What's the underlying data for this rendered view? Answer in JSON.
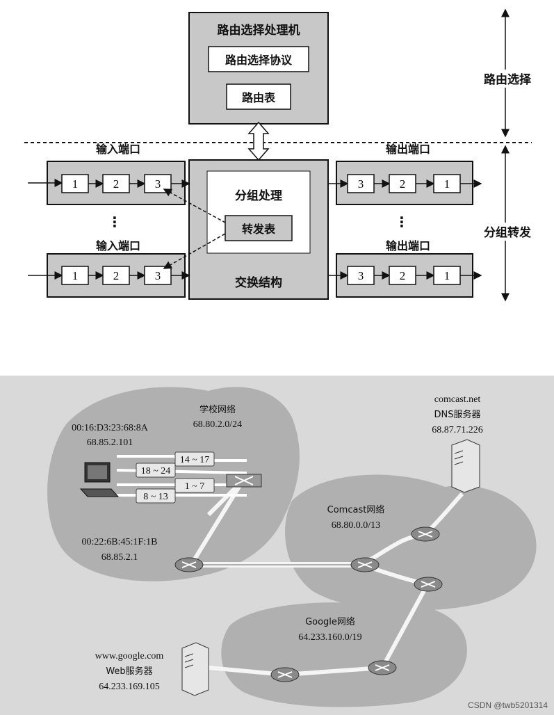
{
  "router_diagram": {
    "routing_processor": "路由选择处理机",
    "routing_protocol": "路由选择协议",
    "routing_table": "路由表",
    "input_port_top": "输入端口",
    "input_port_bottom": "输入端口",
    "output_port_top": "输出端口",
    "output_port_bottom": "输出端口",
    "packet_processing": "分组处理",
    "forwarding_table": "转发表",
    "switch_fabric": "交换结构",
    "plane_routing": "路由选择",
    "plane_forwarding": "分组转发",
    "ellipsis": "⋮",
    "queue_in": [
      "1",
      "2",
      "3"
    ],
    "queue_out": [
      "3",
      "2",
      "1"
    ]
  },
  "network_diagram": {
    "school_network_name": "学校网络",
    "school_network_prefix": "68.80.2.0/24",
    "laptop_mac": "00:16:D3:23:68:8A",
    "laptop_ip": "68.85.2.101",
    "gateway_mac": "00:22:6B:45:1F:1B",
    "gateway_ip": "68.85.2.1",
    "comcast_name": "Comcast网络",
    "comcast_prefix": "68.80.0.0/13",
    "dns_domain": "comcast.net",
    "dns_server": "DNS服务器",
    "dns_ip": "68.87.71.226",
    "google_name": "Google网络",
    "google_prefix": "64.233.160.0/19",
    "web_domain": "www.google.com",
    "web_server": "Web服务器",
    "web_ip": "64.233.169.105",
    "steps": [
      "14 ~ 17",
      "18 ~ 24",
      "1 ~ 7",
      "8 ~ 13"
    ]
  },
  "watermark": "CSDN @twb5201314"
}
